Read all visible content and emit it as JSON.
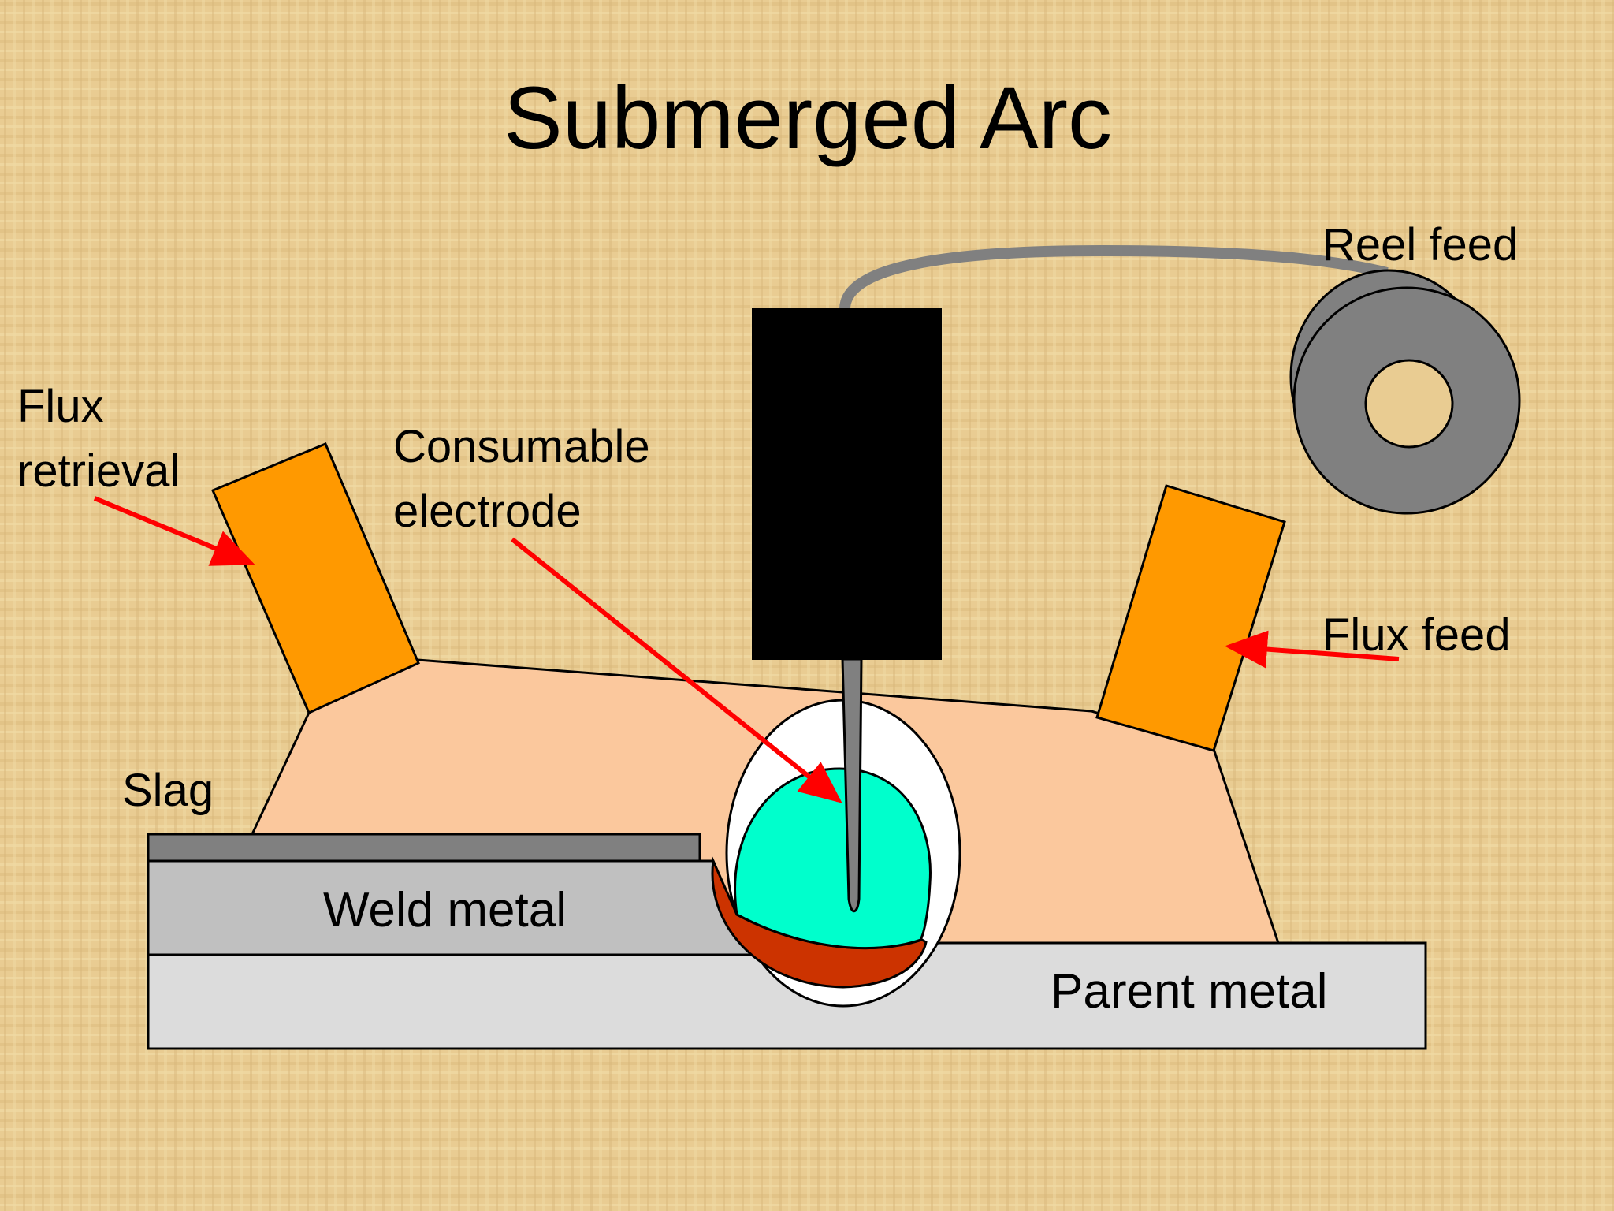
{
  "slide": {
    "title": "Submerged Arc"
  },
  "labels": {
    "flux_retrieval_line1": "Flux",
    "flux_retrieval_line2": "retrieval",
    "consumable_electrode_line1": "Consumable",
    "consumable_electrode_line2": "electrode",
    "reel_feed": "Reel feed",
    "flux_feed": "Flux feed",
    "slag": "Slag",
    "weld_metal": "Weld metal",
    "parent_metal": "Parent metal"
  },
  "colors": {
    "background": "#E8C98E",
    "flux_nozzle": "#FF9900",
    "flux_bed": "#FBC89D",
    "slag": "#808080",
    "weld_metal": "#C0C0C0",
    "parent_metal": "#DCDCDC",
    "arc_pool": "#00FFCC",
    "molten_metal": "#CC3300",
    "electrode_holder": "#000000",
    "wire": "#808080",
    "arrow": "#FF0000"
  }
}
